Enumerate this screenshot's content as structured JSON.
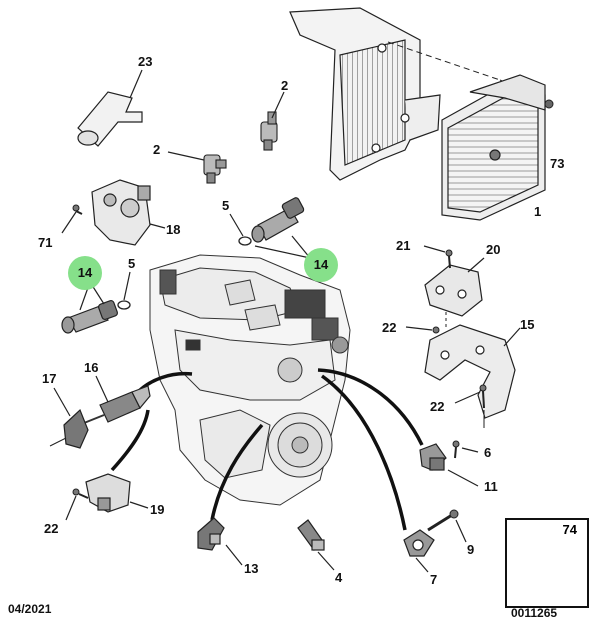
{
  "callouts": {
    "c23": "23",
    "c2a": "2",
    "c2b": "2",
    "c73": "73",
    "c1": "1",
    "c5a": "5",
    "c18": "18",
    "c71": "71",
    "c14a": "14",
    "c14b": "14",
    "c5b": "5",
    "c21": "21",
    "c20": "20",
    "c22a": "22",
    "c15": "15",
    "c22b": "22",
    "c17": "17",
    "c16": "16",
    "c6": "6",
    "c11": "11",
    "c22c": "22",
    "c19": "19",
    "c13": "13",
    "c4": "4",
    "c9": "9",
    "c7": "7"
  },
  "inset": {
    "label": "74"
  },
  "footer": {
    "date": "04/2021",
    "ref": "0011265"
  },
  "colors": {
    "highlight": "#86e08a",
    "line": "#111111",
    "part": "#f2f2f2",
    "outline": "#222222"
  }
}
